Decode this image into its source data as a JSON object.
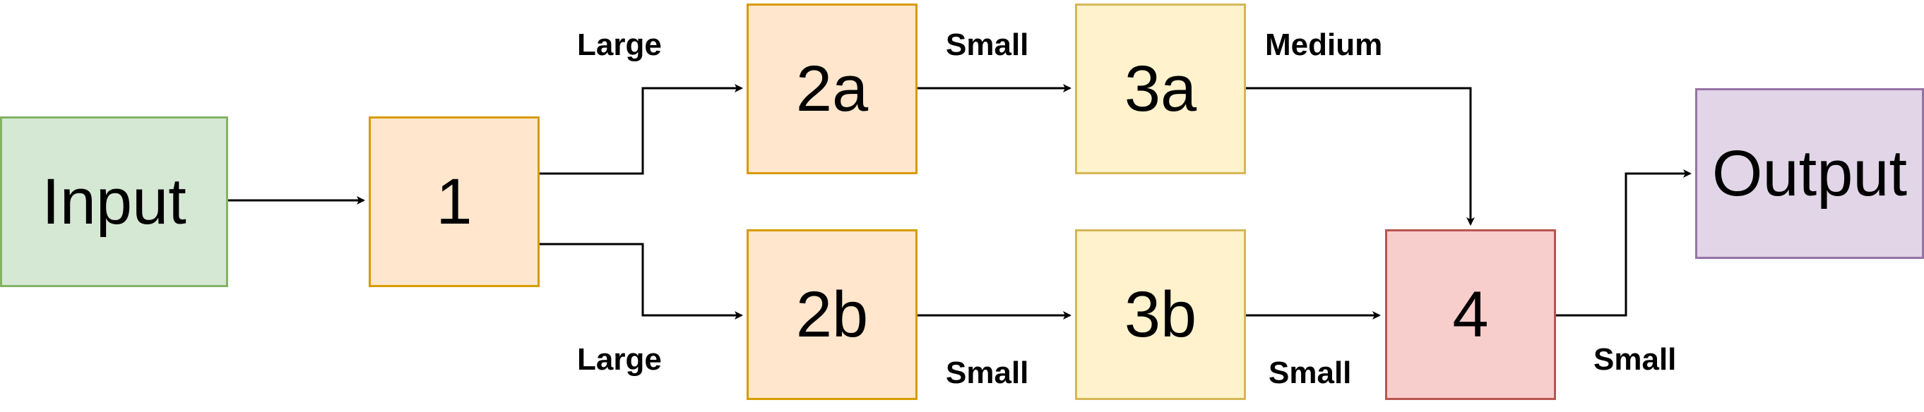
{
  "nodes": {
    "input": {
      "label": "Input",
      "fill": "#d5e8d4",
      "stroke": "#82b366"
    },
    "n1": {
      "label": "1",
      "fill": "#ffe6cc",
      "stroke": "#d79b00"
    },
    "n2a": {
      "label": "2a",
      "fill": "#ffe6cc",
      "stroke": "#d79b00"
    },
    "n2b": {
      "label": "2b",
      "fill": "#ffe6cc",
      "stroke": "#d79b00"
    },
    "n3a": {
      "label": "3a",
      "fill": "#fff2cc",
      "stroke": "#d6b656"
    },
    "n3b": {
      "label": "3b",
      "fill": "#fff2cc",
      "stroke": "#d6b656"
    },
    "n4": {
      "label": "4",
      "fill": "#f8cecc",
      "stroke": "#b85450"
    },
    "output": {
      "label": "Output",
      "fill": "#e1d5e7",
      "stroke": "#9673a6"
    }
  },
  "edge_labels": {
    "n1_to_2a": "Large",
    "n1_to_2b": "Large",
    "n2a_to_3a": "Small",
    "n2b_to_3b": "Small",
    "n3a_to_4": "Medium",
    "n3b_to_4": "Small",
    "n4_to_output": "Small"
  },
  "colors": {
    "edge": "#000000"
  }
}
